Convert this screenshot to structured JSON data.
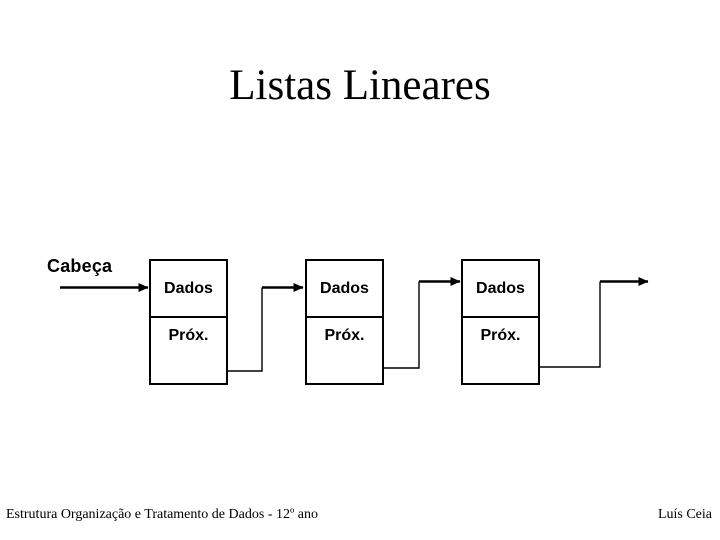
{
  "slide": {
    "title": "Listas Lineares",
    "head_pointer_label": "Cabeça",
    "nodes": [
      {
        "data_label": "Dados",
        "next_label": "Próx."
      },
      {
        "data_label": "Dados",
        "next_label": "Próx."
      },
      {
        "data_label": "Dados",
        "next_label": "Próx."
      }
    ],
    "footer": {
      "course": "Estrutura Organização e Tratamento de Dados - 12º ano",
      "author": "Luís Ceia"
    },
    "colors": {
      "background": "#ffffff",
      "ink": "#000000"
    }
  }
}
